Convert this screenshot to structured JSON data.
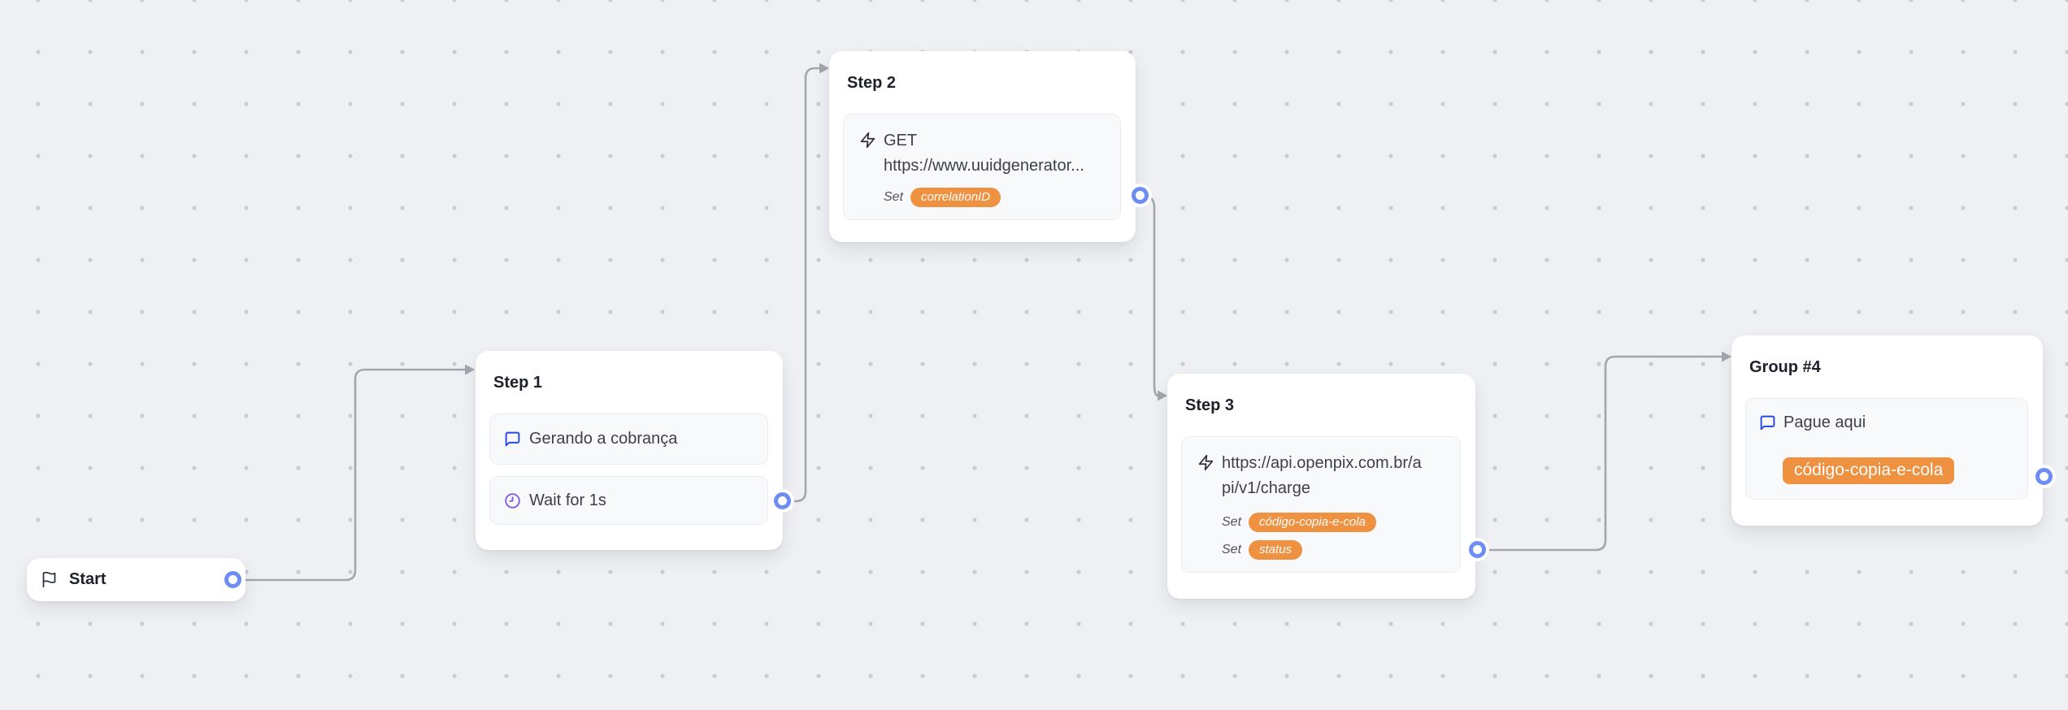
{
  "set_label": "Set",
  "nodes": {
    "start": {
      "title": "Start"
    },
    "step1": {
      "title": "Step 1",
      "item1": "Gerando a cobrança",
      "item2": "Wait for 1s"
    },
    "step2": {
      "title": "Step 2",
      "line1": "GET",
      "line2": "https://www.uuidgenerator...",
      "badge1": "correlationID"
    },
    "step3": {
      "title": "Step 3",
      "line1": "https://api.openpix.com.br/a",
      "line2": "pi/v1/charge",
      "badge1": "código-copia-e-cola",
      "badge2": "status"
    },
    "group4": {
      "title": "Group #4",
      "item1": "Pague aqui",
      "button": "código-copia-e-cola"
    }
  },
  "colors": {
    "canvas_bg": "#eef0f4",
    "grid_dot": "#c5cad8",
    "edge": "#a2a6ad",
    "port": "#6d8df5",
    "badge_orange": "#ee9140",
    "message_icon_blue": "#2946e4",
    "clock_icon_purple": "#7e5ce0",
    "card_bg": "#ffffff",
    "item_bg": "#f8f9fb"
  }
}
